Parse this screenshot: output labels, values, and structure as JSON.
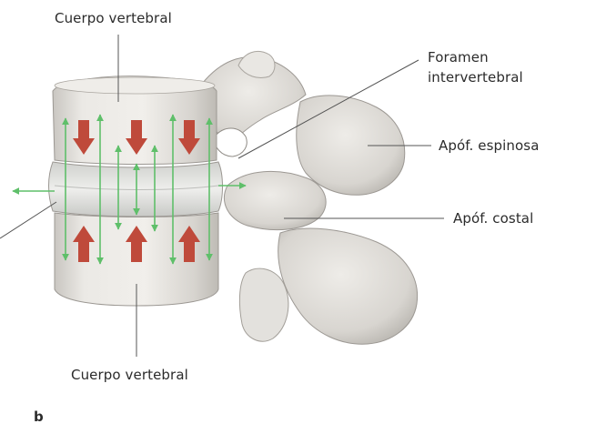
{
  "labels": {
    "cuerpo_vertebral_top": "Cuerpo vertebral",
    "foramen_intervertebral": "Foramen\nintervertebral",
    "apof_espinosa": "Apóf. espinosa",
    "apof_costal": "Apóf. costal",
    "cuerpo_vertebral_bottom": "Cuerpo vertebral"
  },
  "panel_letter": "b",
  "colors": {
    "bone": "#e6e4e0",
    "bone_shadow": "#b9b6b0",
    "bone_outline": "#9c9893",
    "disc": "#d9dad7",
    "arrow_red": "#bf4a3b",
    "arrow_green": "#5fbf6a",
    "leader": "#555555"
  }
}
